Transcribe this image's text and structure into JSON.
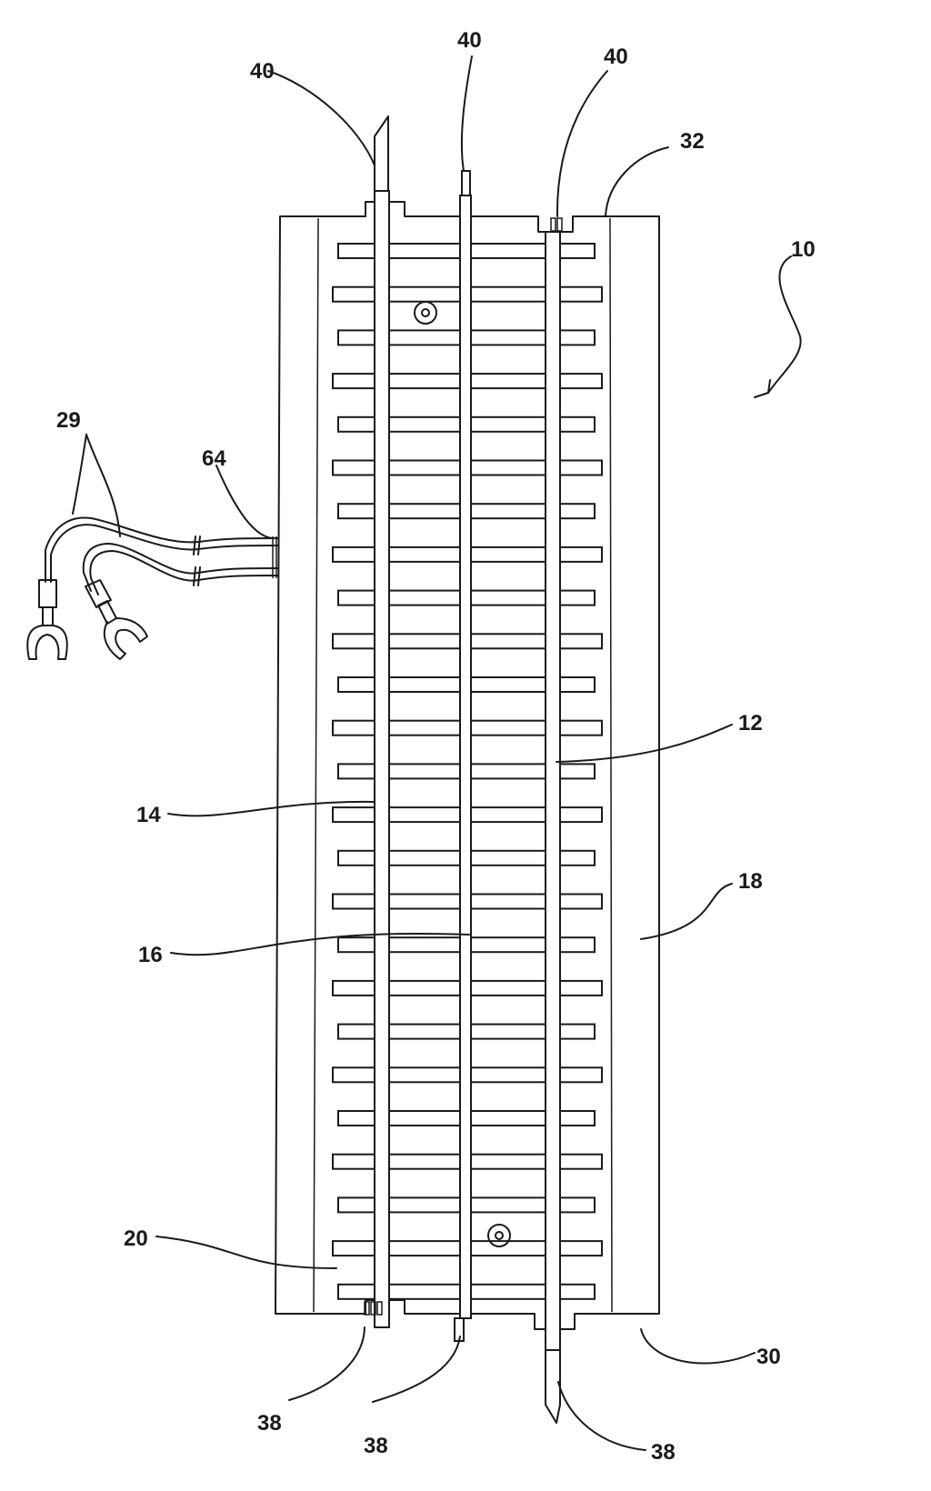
{
  "figure": {
    "reference_numerals": {
      "assembly": "10",
      "rail_right": "12",
      "rail_left": "14",
      "rail_center": "16",
      "roadbed": "18",
      "tie": "20",
      "wire_leads": "29",
      "end_bottom": "30",
      "end_top": "32",
      "connector_bottom_left": "38",
      "connector_bottom_center": "38",
      "connector_bottom_right": "38",
      "connector_top_left": "40",
      "connector_top_center": "40",
      "connector_top_right": "40",
      "wire_exit": "64"
    }
  }
}
